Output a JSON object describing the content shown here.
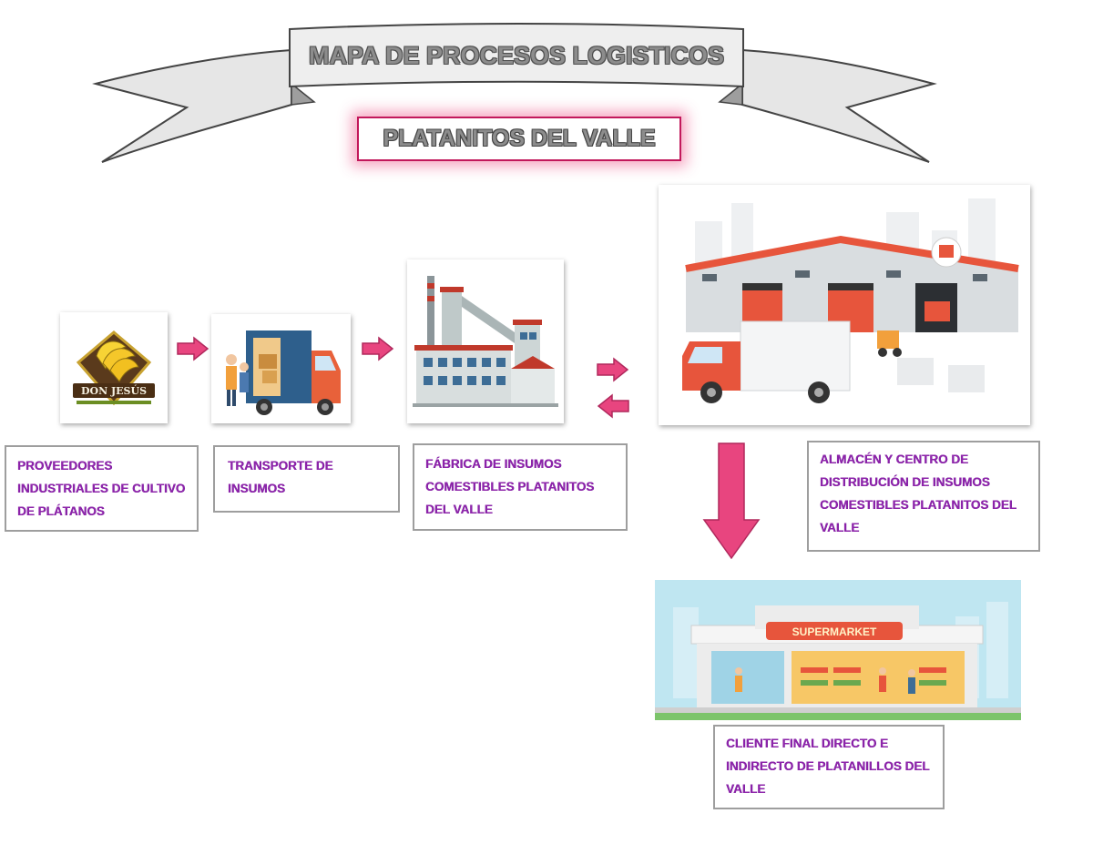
{
  "header": {
    "title": "MAPA DE PROCESOS LOGISTICOS",
    "subtitle": "PLATANITOS DEL VALLE"
  },
  "stages": [
    {
      "label": "PROVEEDORES INDUSTRIALES DE CULTIVO DE PLÁTANOS",
      "logo_text": "DON JESÚS",
      "icon": "banana-logo-icon"
    },
    {
      "label": "TRANSPORTE DE INSUMOS",
      "icon": "delivery-truck-icon"
    },
    {
      "label": "FÁBRICA DE INSUMOS COMESTIBLES PLATANITOS DEL VALLE",
      "icon": "factory-icon"
    },
    {
      "label": "ALMACÉN Y CENTRO DE DISTRIBUCIÓN DE INSUMOS COMESTIBLES  PLATANITOS DEL VALLE",
      "icon": "warehouse-icon"
    },
    {
      "label": "CLIENTE FINAL DIRECTO E INDIRECTO DE PLATANILLOS DEL VALLE",
      "sign_text": "SUPERMARKET",
      "icon": "supermarket-icon"
    }
  ],
  "colors": {
    "arrow": "#e8457f",
    "label_text": "#8e24aa",
    "label_border": "#9e9e9e",
    "subtitle_border": "#c2185b"
  }
}
